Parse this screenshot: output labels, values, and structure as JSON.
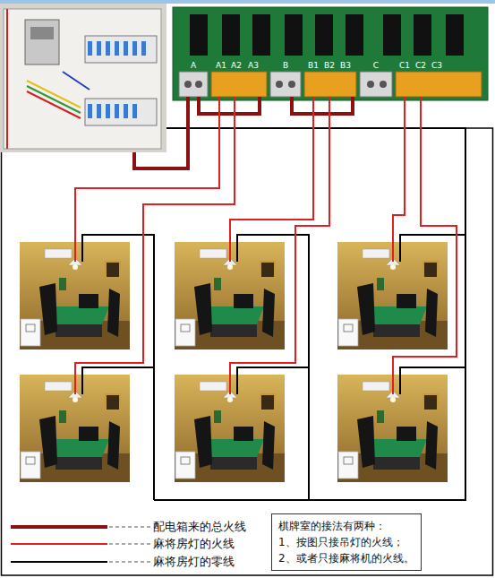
{
  "diagram": {
    "nodes": [
      {
        "text": [
          "棋牌室的接法有两种：",
          "1、按图只接吊灯的火线；",
          "2、或者只接麻将机的火线。"
        ]
      }
    ],
    "labels": [
      "A",
      "A1",
      "A2",
      "A3",
      "B",
      "B1",
      "B2",
      "B3",
      "C",
      "C1",
      "C2",
      "C3"
    ],
    "legend": [
      {
        "text": "配电箱来的总火线"
      },
      {
        "text": "麻将房灯的火线"
      },
      {
        "text": "麻将房灯的零线"
      }
    ]
  }
}
